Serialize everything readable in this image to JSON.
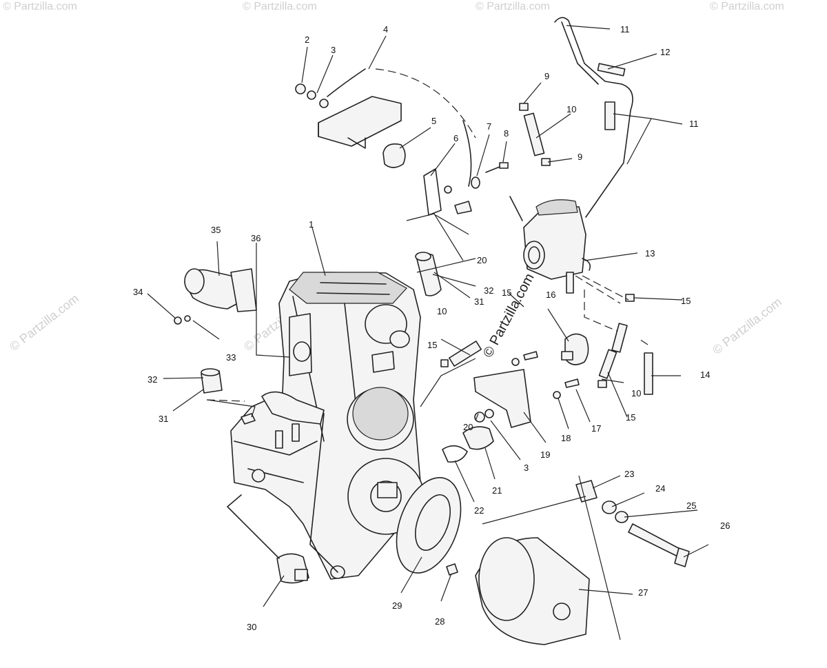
{
  "watermark": {
    "corner": "© Partzilla.com",
    "center": "© Partzilla.com"
  },
  "callouts": [
    {
      "id": "c1",
      "text": "1"
    },
    {
      "id": "c2",
      "text": "2"
    },
    {
      "id": "c3",
      "text": "3"
    },
    {
      "id": "c4",
      "text": "4"
    },
    {
      "id": "c5",
      "text": "5"
    },
    {
      "id": "c6",
      "text": "6"
    },
    {
      "id": "c7",
      "text": "7"
    },
    {
      "id": "c8",
      "text": "8"
    },
    {
      "id": "c9a",
      "text": "9"
    },
    {
      "id": "c9b",
      "text": "9"
    },
    {
      "id": "c10a",
      "text": "10"
    },
    {
      "id": "c10b",
      "text": "10"
    },
    {
      "id": "c10c",
      "text": "10"
    },
    {
      "id": "c11a",
      "text": "11"
    },
    {
      "id": "c11b",
      "text": "11"
    },
    {
      "id": "c12",
      "text": "12"
    },
    {
      "id": "c13",
      "text": "13"
    },
    {
      "id": "c14",
      "text": "14"
    },
    {
      "id": "c15a",
      "text": "15"
    },
    {
      "id": "c15b",
      "text": "15"
    },
    {
      "id": "c15c",
      "text": "15"
    },
    {
      "id": "c15d",
      "text": "15"
    },
    {
      "id": "c16",
      "text": "16"
    },
    {
      "id": "c17",
      "text": "17"
    },
    {
      "id": "c18",
      "text": "18"
    },
    {
      "id": "c19",
      "text": "19"
    },
    {
      "id": "c20a",
      "text": "20"
    },
    {
      "id": "c20b",
      "text": "20"
    },
    {
      "id": "c21",
      "text": "21"
    },
    {
      "id": "c22",
      "text": "22"
    },
    {
      "id": "c3b",
      "text": "3"
    },
    {
      "id": "c23",
      "text": "23"
    },
    {
      "id": "c24",
      "text": "24"
    },
    {
      "id": "c25",
      "text": "25"
    },
    {
      "id": "c26",
      "text": "26"
    },
    {
      "id": "c27",
      "text": "27"
    },
    {
      "id": "c28",
      "text": "28"
    },
    {
      "id": "c29",
      "text": "29"
    },
    {
      "id": "c30",
      "text": "30"
    },
    {
      "id": "c31a",
      "text": "31"
    },
    {
      "id": "c31b",
      "text": "31"
    },
    {
      "id": "c32a",
      "text": "32"
    },
    {
      "id": "c32b",
      "text": "32"
    },
    {
      "id": "c33",
      "text": "33"
    },
    {
      "id": "c34",
      "text": "34"
    },
    {
      "id": "c35",
      "text": "35"
    },
    {
      "id": "c36",
      "text": "36"
    }
  ]
}
